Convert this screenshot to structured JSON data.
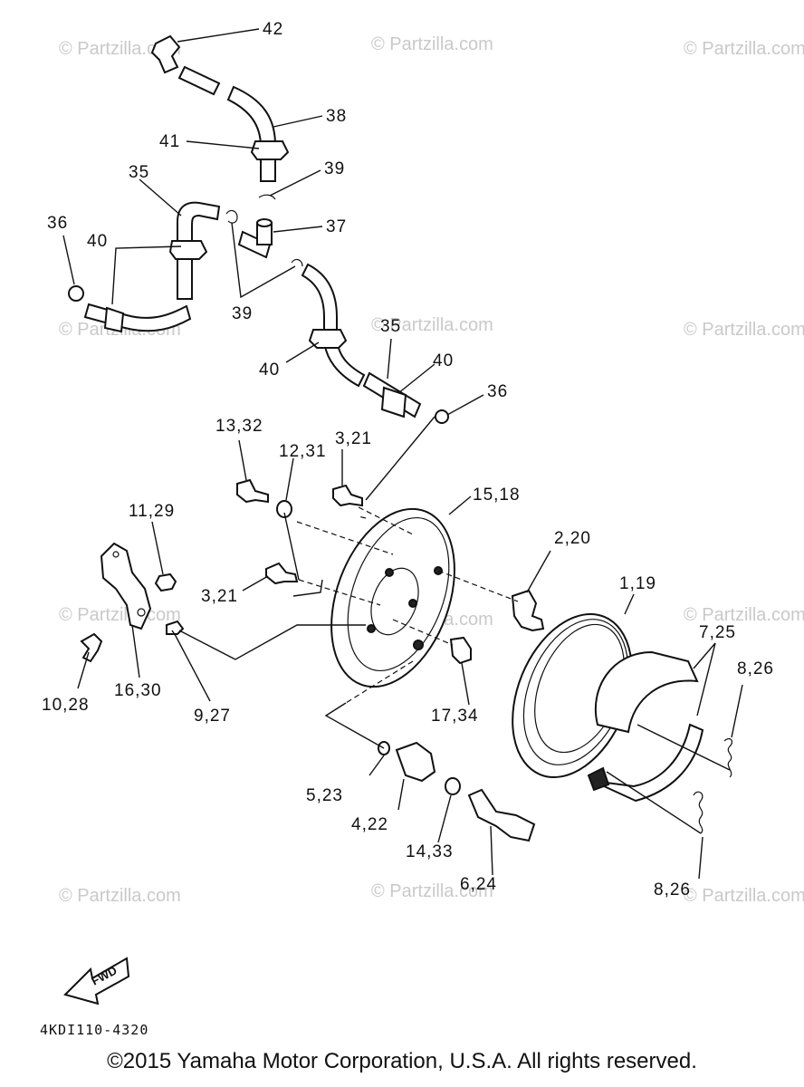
{
  "watermark": "© Partzilla.com",
  "diagram_code": "4KDI110-4320",
  "fwd_label": "FWD",
  "copyright": "©2015 Yamaha Motor Corporation, U.S.A. All rights reserved.",
  "callouts": {
    "c42": "42",
    "c38": "38",
    "c41": "41",
    "c39a": "39",
    "c35a": "35",
    "c37": "37",
    "c36a": "36",
    "c40a": "40",
    "c39b": "39",
    "c35b": "35",
    "c40b": "40",
    "c40c": "40",
    "c36b": "36",
    "c13_32": "13,32",
    "c3_21a": "3,21",
    "c12_31": "12,31",
    "c15_18": "15,18",
    "c11_29": "11,29",
    "c2_20": "2,20",
    "c1_19": "1,19",
    "c3_21b": "3,21",
    "c7_25": "7,25",
    "c8_26a": "8,26",
    "c10_28": "10,28",
    "c16_30": "16,30",
    "c9_27": "9,27",
    "c17_34": "17,34",
    "c5_23": "5,23",
    "c4_22": "4,22",
    "c14_33": "14,33",
    "c6_24": "6,24",
    "c8_26b": "8,26"
  }
}
